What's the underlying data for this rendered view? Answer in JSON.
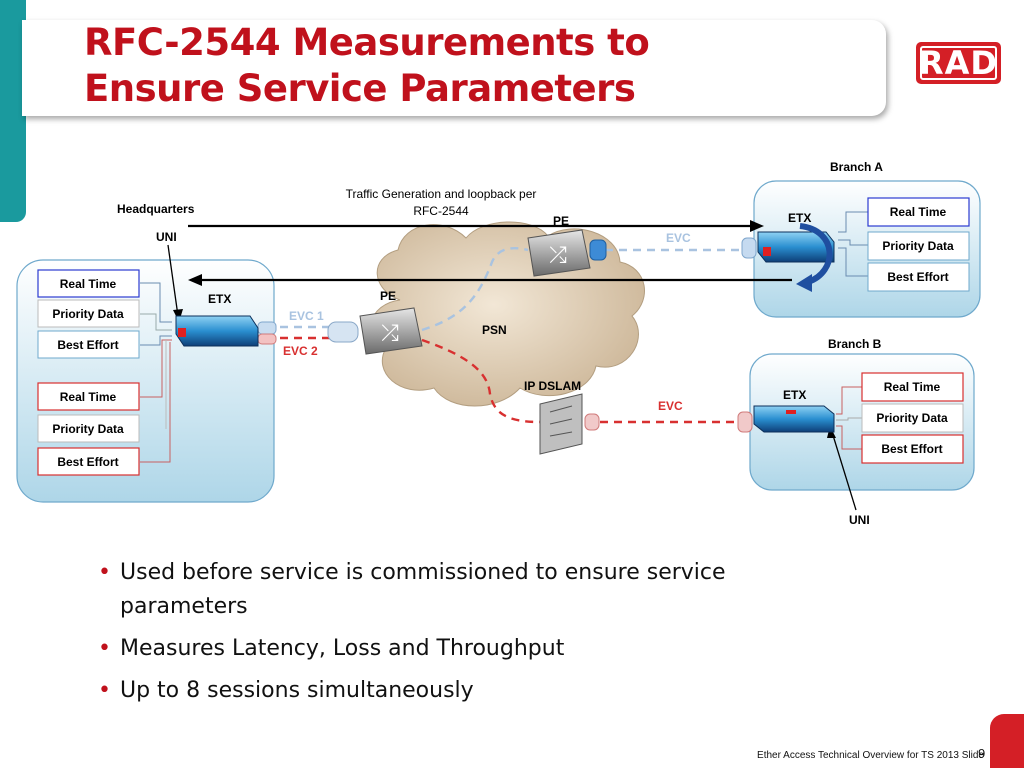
{
  "slide": {
    "title_line1": "RFC-2544 Measurements to",
    "title_line2": "Ensure Service Parameters",
    "logo": "RAD",
    "footer": "Ether Access Technical Overview for TS 2013  Slide",
    "page_number": "9"
  },
  "diagram": {
    "traffic_note_line1": "Traffic Generation and loopback per",
    "traffic_note_line2": "RFC-2544",
    "headquarters": "Headquarters",
    "branch_a": "Branch A",
    "branch_b": "Branch B",
    "uni_top": "UNI",
    "uni_bottom": "UNI",
    "etx_hq": "ETX",
    "etx_a": "ETX",
    "etx_b": "ETX",
    "pe_top": "PE",
    "pe_left": "PE",
    "psn": "PSN",
    "ip_dslam": "IP DSLAM",
    "evc_a": "EVC",
    "evc_1": "EVC 1",
    "evc_2": "EVC 2",
    "evc_b": "EVC",
    "hq_group1": [
      "Real Time",
      "Priority Data",
      "Best Effort"
    ],
    "hq_group2": [
      "Real Time",
      "Priority Data",
      "Best Effort"
    ],
    "branch_a_services": [
      "Real Time",
      "Priority Data",
      "Best Effort"
    ],
    "branch_b_services": [
      "Real Time",
      "Priority Data",
      "Best Effort"
    ]
  },
  "bullets": [
    "Used before service is commissioned to ensure service parameters",
    "Measures Latency, Loss and Throughput",
    "Up to 8 sessions simultaneously"
  ],
  "colors": {
    "accent_red": "#c0111c",
    "teal": "#1a9a9e",
    "box_blue": "#2b3bd0",
    "evc_light": "#a9c3e0"
  }
}
